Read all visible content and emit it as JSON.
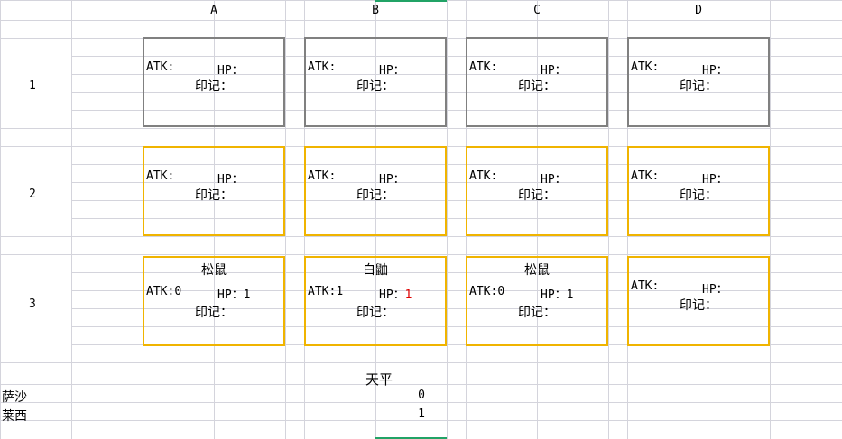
{
  "columns": [
    "A",
    "B",
    "C",
    "D"
  ],
  "rows": [
    "1",
    "2",
    "3"
  ],
  "cards": [
    [
      {
        "name": "",
        "atk_label": "ATK:",
        "atk_value": "",
        "hp_label": "HP：",
        "hp_value": "",
        "mark_label": "印记："
      },
      {
        "name": "",
        "atk_label": "ATK:",
        "atk_value": "",
        "hp_label": "HP：",
        "hp_value": "",
        "mark_label": "印记："
      },
      {
        "name": "",
        "atk_label": "ATK:",
        "atk_value": "",
        "hp_label": "HP：",
        "hp_value": "",
        "mark_label": "印记："
      },
      {
        "name": "",
        "atk_label": "ATK:",
        "atk_value": "",
        "hp_label": "HP：",
        "hp_value": "",
        "mark_label": "印记："
      }
    ],
    [
      {
        "name": "",
        "atk_label": "ATK:",
        "atk_value": "",
        "hp_label": "HP：",
        "hp_value": "",
        "mark_label": "印记："
      },
      {
        "name": "",
        "atk_label": "ATK:",
        "atk_value": "",
        "hp_label": "HP：",
        "hp_value": "",
        "mark_label": "印记："
      },
      {
        "name": "",
        "atk_label": "ATK:",
        "atk_value": "",
        "hp_label": "HP：",
        "hp_value": "",
        "mark_label": "印记："
      },
      {
        "name": "",
        "atk_label": "ATK:",
        "atk_value": "",
        "hp_label": "HP：",
        "hp_value": "",
        "mark_label": "印记："
      }
    ],
    [
      {
        "name": "松鼠",
        "atk_label": "ATK:",
        "atk_value": "0",
        "hp_label": "HP：",
        "hp_value": "1",
        "mark_label": "印记："
      },
      {
        "name": "白鼬",
        "atk_label": "ATK:",
        "atk_value": "1",
        "hp_label": "HP：",
        "hp_value": "1",
        "mark_label": "印记："
      },
      {
        "name": "松鼠",
        "atk_label": "ATK:",
        "atk_value": "0",
        "hp_label": "HP：",
        "hp_value": "1",
        "mark_label": "印记："
      },
      {
        "name": "",
        "atk_label": "ATK:",
        "atk_value": "",
        "hp_label": "HP：",
        "hp_value": "",
        "mark_label": "印记："
      }
    ]
  ],
  "balance": {
    "title": "天平",
    "players": [
      {
        "name": "萨沙",
        "score": "0"
      },
      {
        "name": "莱西",
        "score": "1"
      }
    ]
  },
  "colors": {
    "grid_line": "#d4d4dc",
    "row1_border": "#808080",
    "row2_3_border": "#f0b400",
    "hp_highlight": "#e00000",
    "selection_accent": "#21a366"
  }
}
